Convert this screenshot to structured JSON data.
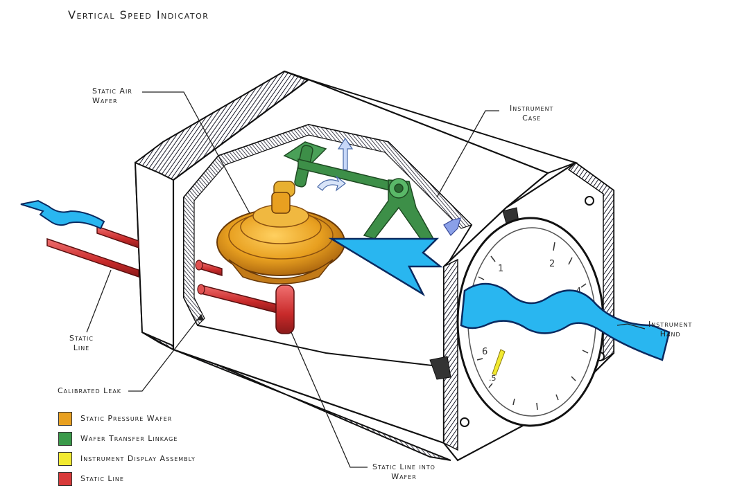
{
  "title": "Vertical Speed Indicator",
  "labels": {
    "static_air_wafer_1": "Static Air",
    "static_air_wafer_2": "Wafer",
    "instrument_case_1": "Instrument",
    "instrument_case_2": "Case",
    "static_line_1": "Static",
    "static_line_2": "Line",
    "calibrated_leak": "Calibrated Leak",
    "static_line_into_wafer_1": "Static Line into",
    "static_line_into_wafer_2": "Wafer",
    "instrument_hand_1": "Instrument",
    "instrument_hand_2": "Hand"
  },
  "dial_numbers": [
    "1",
    "2",
    "4",
    "6",
    ".5"
  ],
  "legend": [
    {
      "label": "Static Pressure Wafer",
      "color": "#e8a020"
    },
    {
      "label": "Wafer Transfer Linkage",
      "color": "#3a9a4a"
    },
    {
      "label": "Instrument Display Assembly",
      "color": "#f2ea30"
    },
    {
      "label": "Static Line",
      "color": "#d83a3a"
    }
  ],
  "colors": {
    "wafer": "#e8a020",
    "linkage": "#3d8f48",
    "static_line": "#d23a3a",
    "arrow_blue": "#29b6f0",
    "case_hatch": "#1a1a2a"
  }
}
